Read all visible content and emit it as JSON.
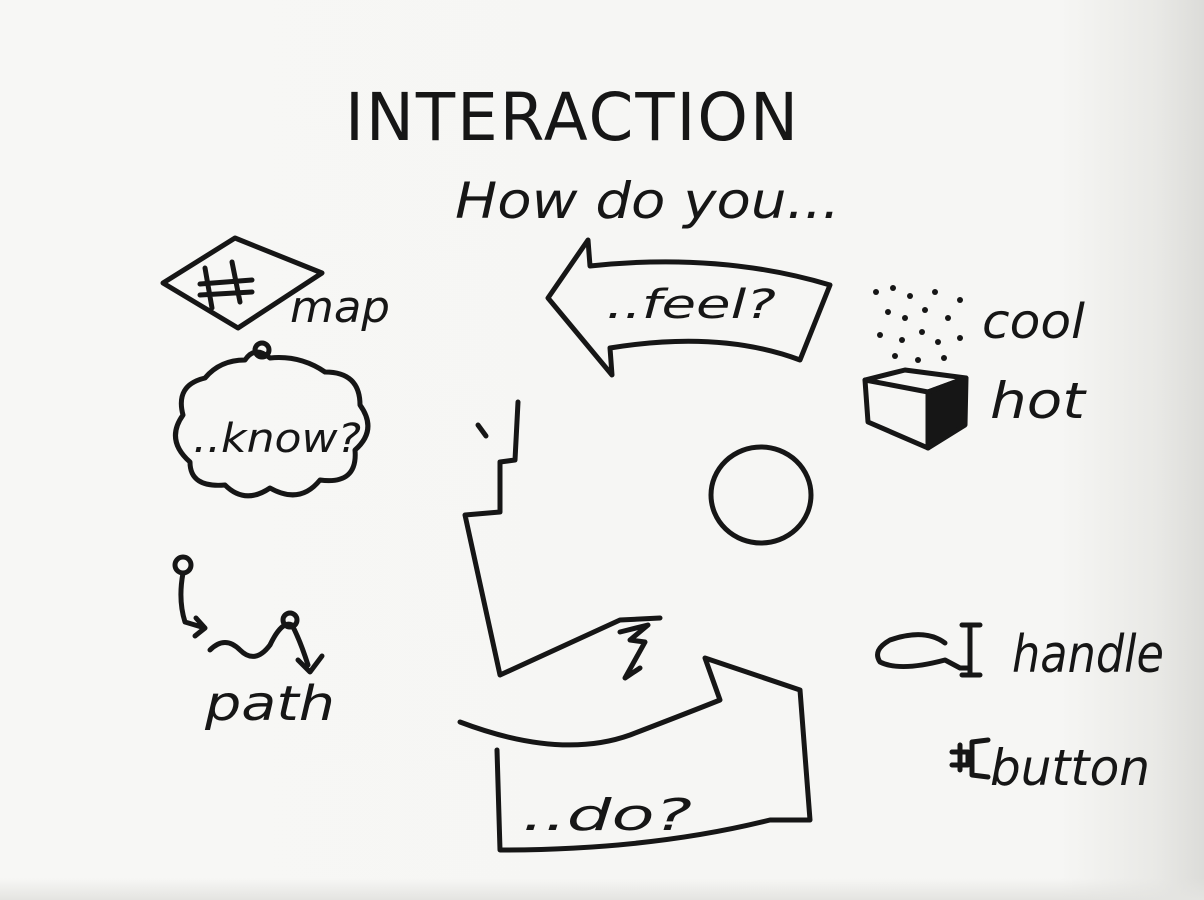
{
  "title": "INTERACTION",
  "subtitle": "How do you...",
  "labels": {
    "feel": "..feel?",
    "know": "..know?",
    "do": "..do?",
    "map": "map",
    "path": "path",
    "cool": "cool",
    "hot": "hot",
    "handle": "handle",
    "button": "button"
  },
  "colors": {
    "ink": "#161616",
    "paper": "#f6f6f4"
  }
}
